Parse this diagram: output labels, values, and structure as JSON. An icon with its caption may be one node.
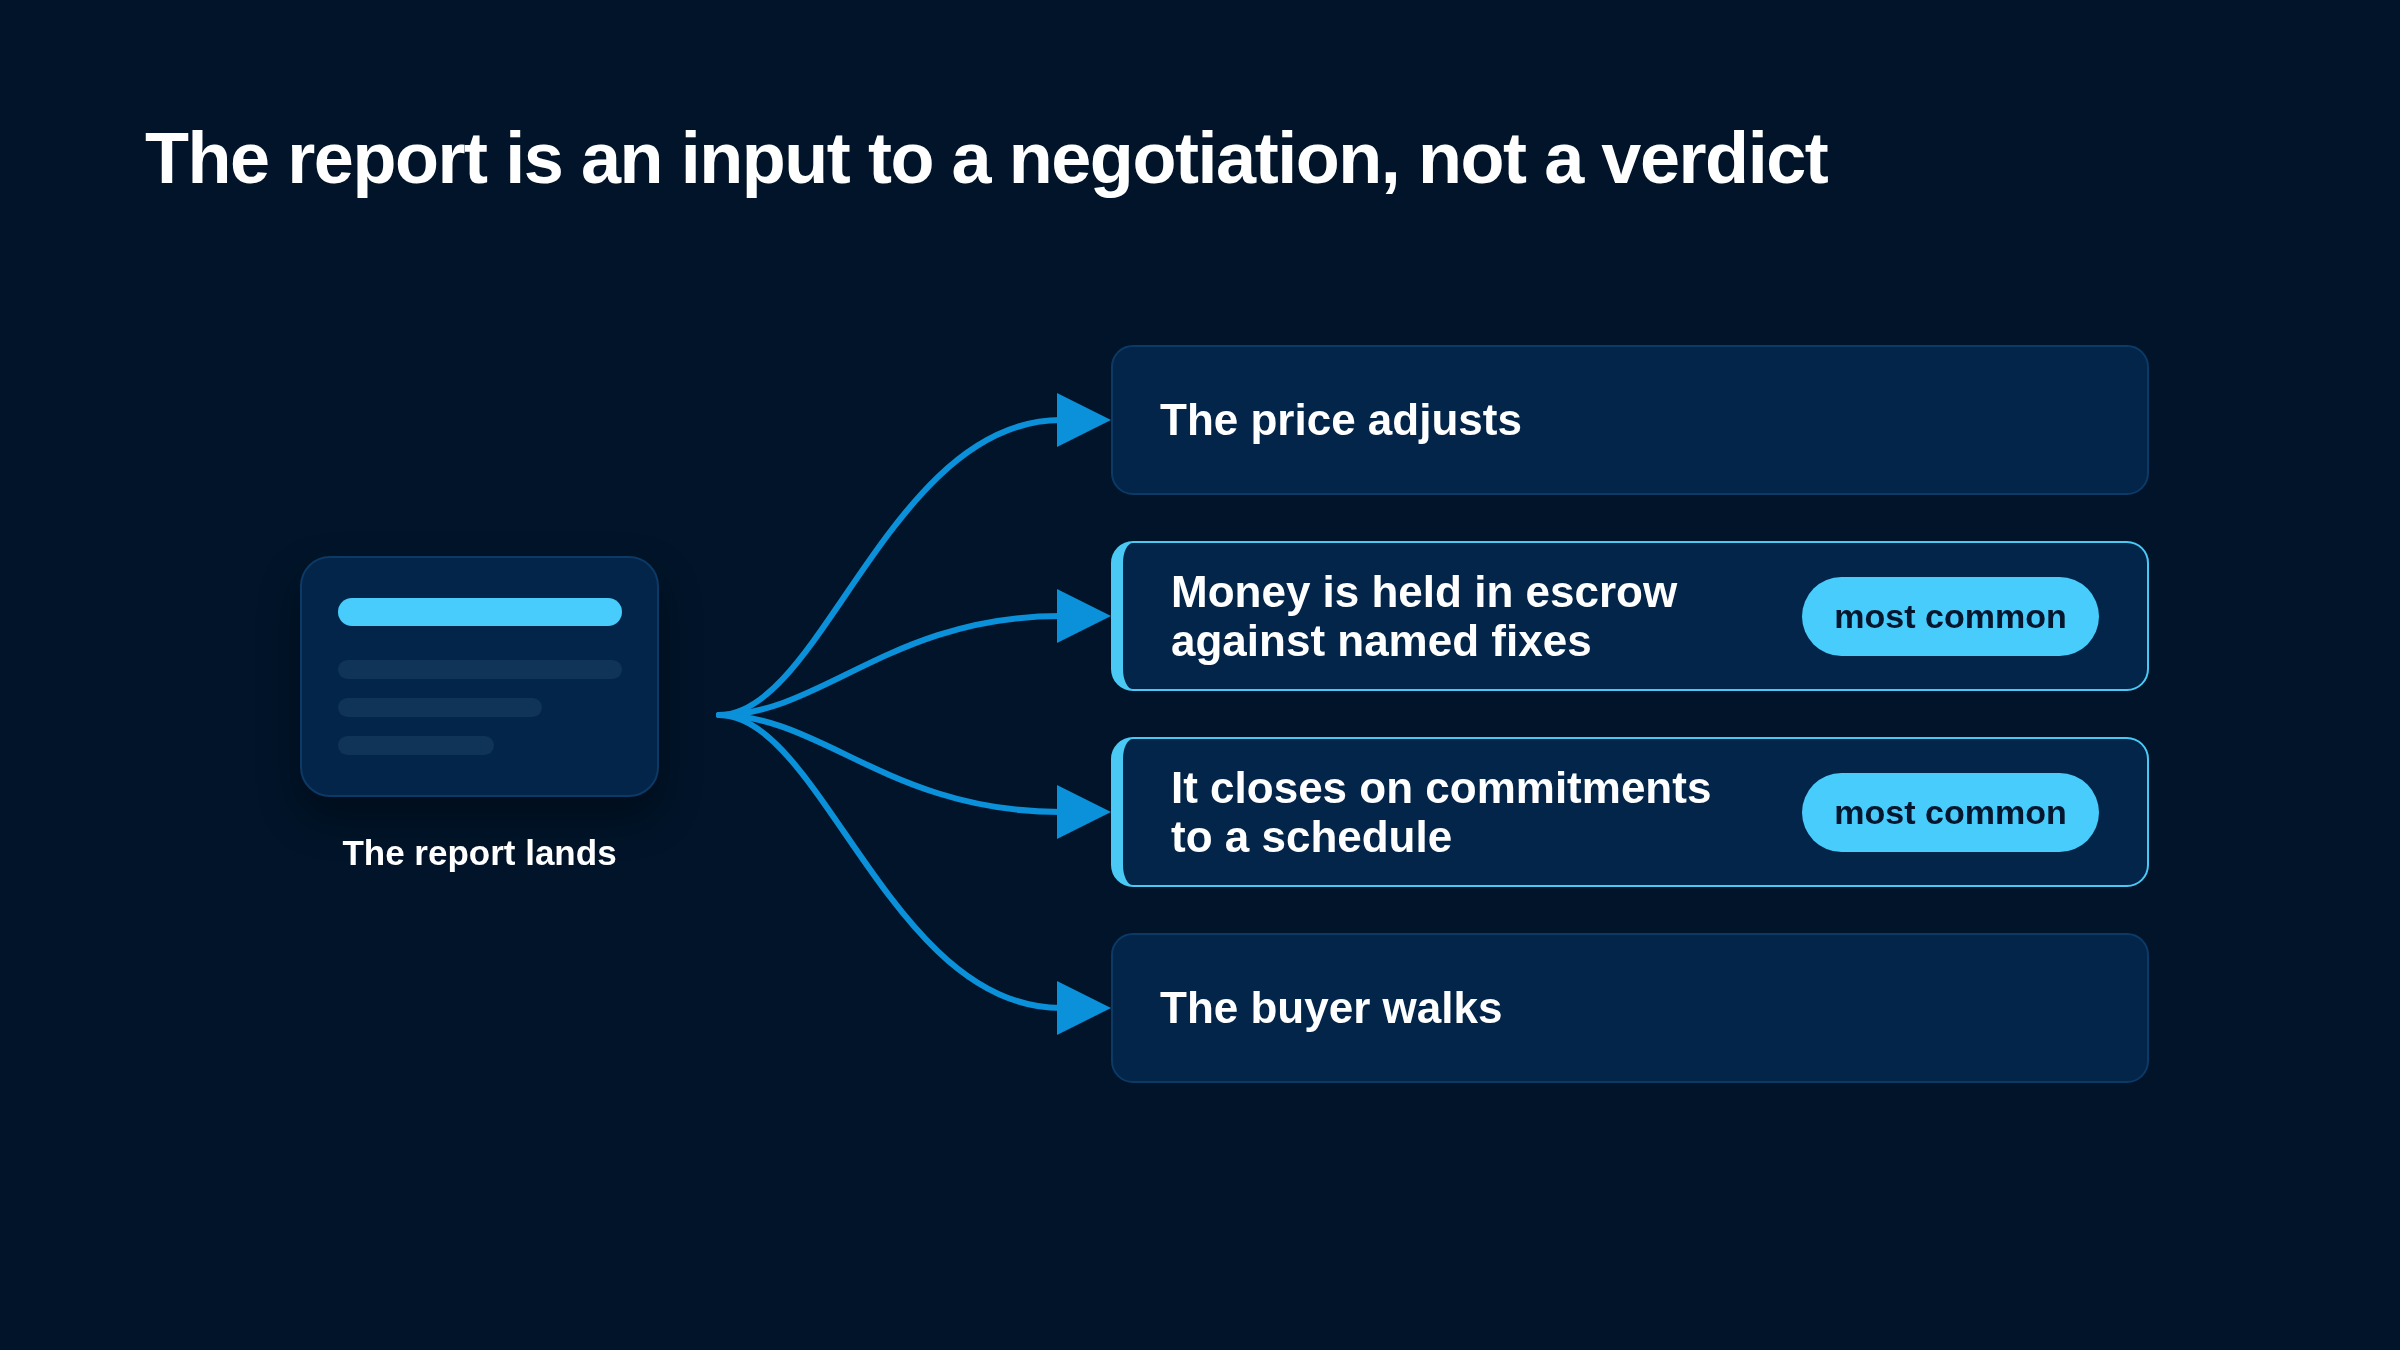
{
  "diagram": {
    "title": "The report is an input to a negotiation, not a verdict",
    "nodes": [
      {
        "text": [],
        "shape": "picture",
        "beside": [
          "The report lands"
        ]
      },
      {
        "text": [
          "The price adjusts"
        ]
      },
      {
        "text": [
          "Money is held in escrow against named fixes",
          "most common"
        ]
      },
      {
        "text": [
          "It closes on commitments to a schedule",
          "most common"
        ]
      },
      {
        "text": [
          "The buyer walks"
        ]
      }
    ],
    "edges": [
      {
        "from": 0,
        "to": 1,
        "arrow": "to"
      },
      {
        "from": 0,
        "to": 2,
        "arrow": "to"
      },
      {
        "from": 0,
        "to": 3,
        "arrow": "to"
      },
      {
        "from": 0,
        "to": 4,
        "arrow": "to"
      }
    ]
  }
}
